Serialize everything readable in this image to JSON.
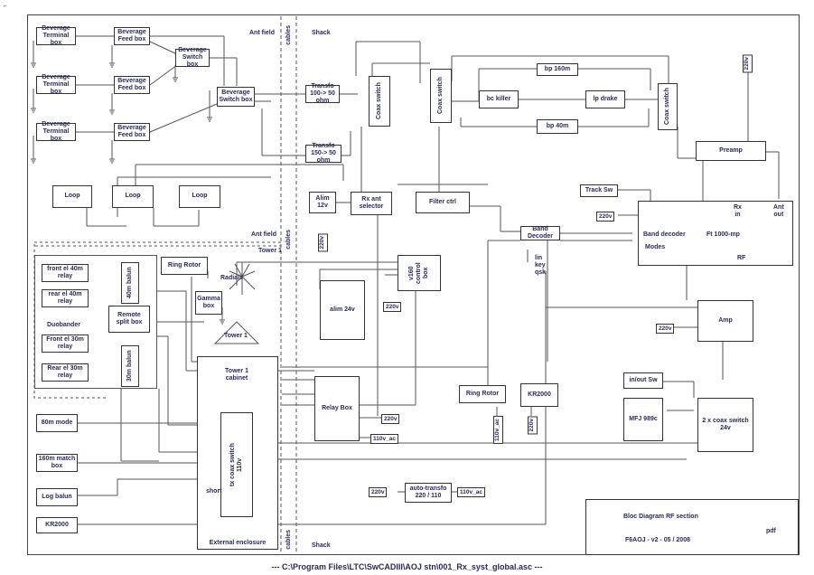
{
  "zones": {
    "ant_field_top": "Ant field",
    "cables_top": "cables",
    "shack_top": "Shack",
    "ant_field_mid": "Ant field",
    "cables_mid": "cables",
    "tower1": "Tower 1",
    "cables_bot": "cables",
    "shack_bot": "Shack"
  },
  "beverage": {
    "terminal": [
      "Beverage\nTerminal box",
      "Beverage\nTerminal box",
      "Beverage\nTerminal box"
    ],
    "feed": [
      "Beverage\nFeed box",
      "Beverage\nFeed box",
      "Beverage\nFeed box"
    ],
    "switch1": "Beverage\nSwitch box",
    "switch2": "Beverage\nSwitch box"
  },
  "transfo1": "Transfo\n100-> 50 ohm",
  "transfo2": "Transfo\n150-> 50 ohm",
  "coax1": "Coax switch",
  "coax2": "Coax switch",
  "coax3": "Coax switch",
  "bp160": "bp 160m",
  "bckiller": "bc killer",
  "lpdrake": "lp drake",
  "bp40": "bp 40m",
  "v220_top": "220v",
  "preamp": "Preamp",
  "loops": [
    "Loop",
    "Loop",
    "Loop"
  ],
  "alim12": "Alim 12v",
  "rxant": "Rx ant\nselector",
  "filter": "Filter ctrl",
  "tracksw": "Track Sw",
  "v220_rig": "220v",
  "rig": {
    "rx_in": "Rx\nin",
    "ant_out": "Ant\nout",
    "band_decoder": "Band decoder",
    "ft": "Ft 1000-mp",
    "modes": "Modes",
    "rf": "RF"
  },
  "band_decoder_box": "Band Decoder",
  "lin_key": "lin\nkey\nqsk",
  "v220_alim12": "220v",
  "ring_rotor1": "Ring Rotor",
  "radials": "Radials",
  "gamma": "Gamma\nbox",
  "tower1_tri": "Tower 1",
  "v160": "v160\ncontrol box",
  "alim24": "alim 24v",
  "v220_alim24": "220v",
  "duo": {
    "front40": "front el 40m\nrelay",
    "rear40": "rear el 40m\nrelay",
    "duobander": "Duobander",
    "remote": "Remote\nsplit box",
    "front30": "Front el 30m\nrelay",
    "rear30": "Rear el 30m\nrelay",
    "balun40": "40m balun",
    "balun30": "30m balun"
  },
  "tower_cab": "Tower 1\ncabinet",
  "txcoax": "tx coax switch\n110v",
  "short": "short",
  "ext_enc": "External enclosure",
  "m80": "80m mode",
  "m160": "160m match box",
  "logbalun": "Log balun",
  "kr_left": "KR2000",
  "relay": "Relay Box",
  "v220_relay": "220v",
  "v110_relay": "110v_ac",
  "ring_rotor2": "Ring Rotor",
  "v110_ring": "110v_ac",
  "kr_mid": "KR2000",
  "v220_kr": "220v",
  "amp": "Amp",
  "v220_amp": "220v",
  "inout": "in/out Sw",
  "mfj": "MFJ 989c",
  "coax2x": "2 x coax switch\n24v",
  "v220_auto": "220v",
  "autotransfo": "auto-transfo\n220 / 110",
  "v110_auto": "110v_ac",
  "title": {
    "line1": "Bloc Diagram RF section",
    "pdf": "pdf",
    "line2": "F6AOJ  -  v2  -  05 / 2008"
  },
  "footer": "--- C:\\Program Files\\LTC\\SwCADIII\\AOJ stn\\001_Rx_syst_global.asc ---"
}
